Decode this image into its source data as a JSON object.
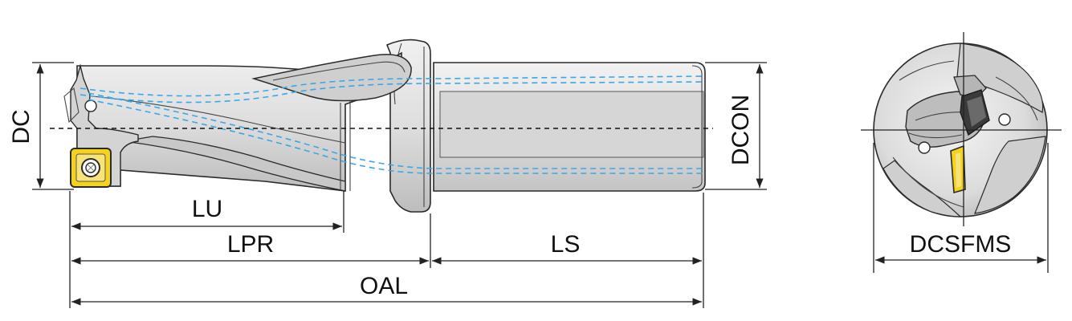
{
  "dimensions": {
    "dc": "DC",
    "lu": "LU",
    "lpr": "LPR",
    "ls": "LS",
    "oal": "OAL",
    "dcon": "DCON",
    "dcsfms": "DCSFMS"
  },
  "colors": {
    "body_fill": "#e2e2e2",
    "body_shade": "#c9c9c9",
    "insert_yellow": "#f5d21c",
    "insert_dark": "#2b2b2b",
    "coolant_blue": "#3aa8e6",
    "line": "#222222"
  }
}
